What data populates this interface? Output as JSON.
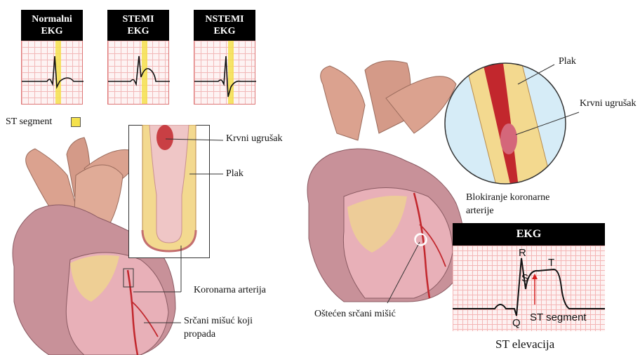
{
  "ekg_panels": [
    {
      "title_line1": "Normalni",
      "title_line2": "EKG"
    },
    {
      "title_line1": "STEMI",
      "title_line2": "EKG"
    },
    {
      "title_line1": "NSTEMI",
      "title_line2": "EKG"
    }
  ],
  "legend": {
    "st_segment": "ST segment"
  },
  "left_labels": {
    "clot": "Krvni ugrušak",
    "plaque": "Plak",
    "coronary_artery": "Koronarna arterija",
    "dying_muscle": "Srčani mišuć koji propada"
  },
  "right_labels": {
    "plaque": "Plak",
    "clot": "Krvni ugrušak",
    "blockage": "Blokiranje koronarne arterije",
    "damaged_muscle": "Oštećen srčani mišić"
  },
  "big_ekg": {
    "title": "EKG",
    "r": "R",
    "t": "T",
    "s": "S",
    "q": "Q",
    "st_segment": "ST segment",
    "caption": "ST elevacija"
  },
  "colors": {
    "st_highlight": "#f4e14c",
    "heart_pink": "#e4a7b0",
    "aorta": "#dba28f",
    "artery_red": "#c2272d",
    "plaque_yellow": "#f0d98a",
    "grid_red": "#f2b9b9"
  }
}
